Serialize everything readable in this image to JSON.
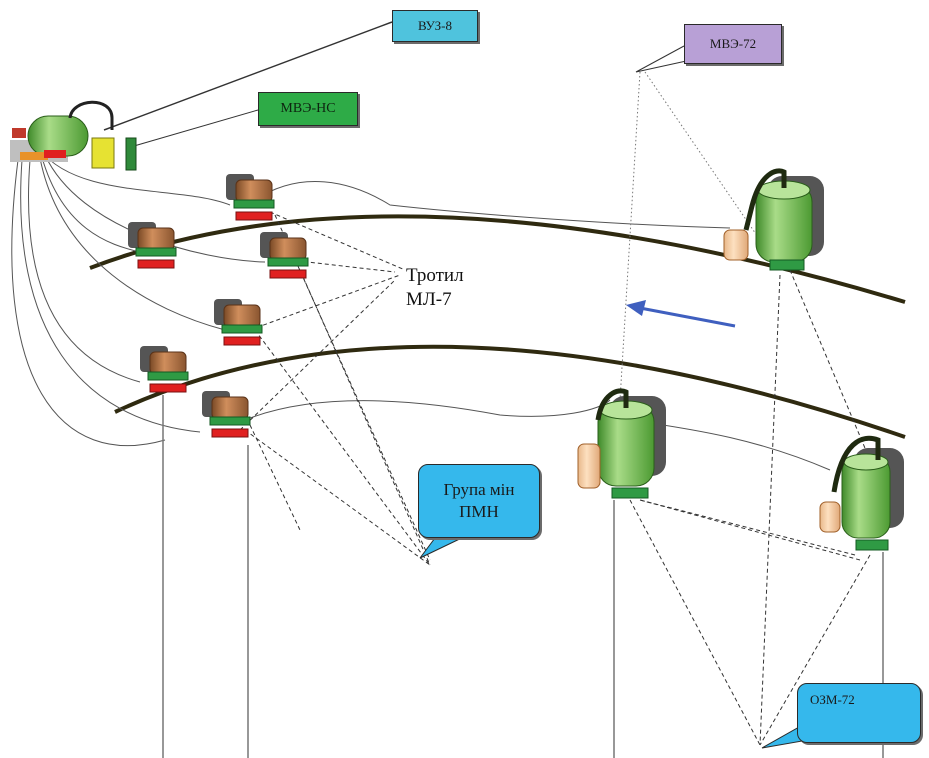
{
  "labels": {
    "vuz": "ВУЗ-8",
    "mve_ns": "МВЭ-НС",
    "mve_72": "МВЭ-72",
    "trotil_line1": "Тротил",
    "trotil_line2": "МЛ-7",
    "pmn_line1": "Група мін",
    "pmn_line2": "ПМН",
    "ozm": "ОЗМ-72"
  },
  "colors": {
    "vuz_box": "#4fc3dd",
    "mve_ns_box": "#2eab47",
    "mve_72_box": "#b8a0d6",
    "callout_blue": "#35b8ec",
    "mine_green": "#6dbb4a",
    "charge_brown": "#a0643a",
    "detonator_red": "#e02020",
    "arrow_blue": "#3f5fbf"
  },
  "icons": {
    "control_unit": "blasting-machine-icon",
    "pmn_charge": "tnt-charge-icon",
    "ozm_mine": "bounding-mine-icon",
    "direction": "movement-arrow-icon"
  }
}
